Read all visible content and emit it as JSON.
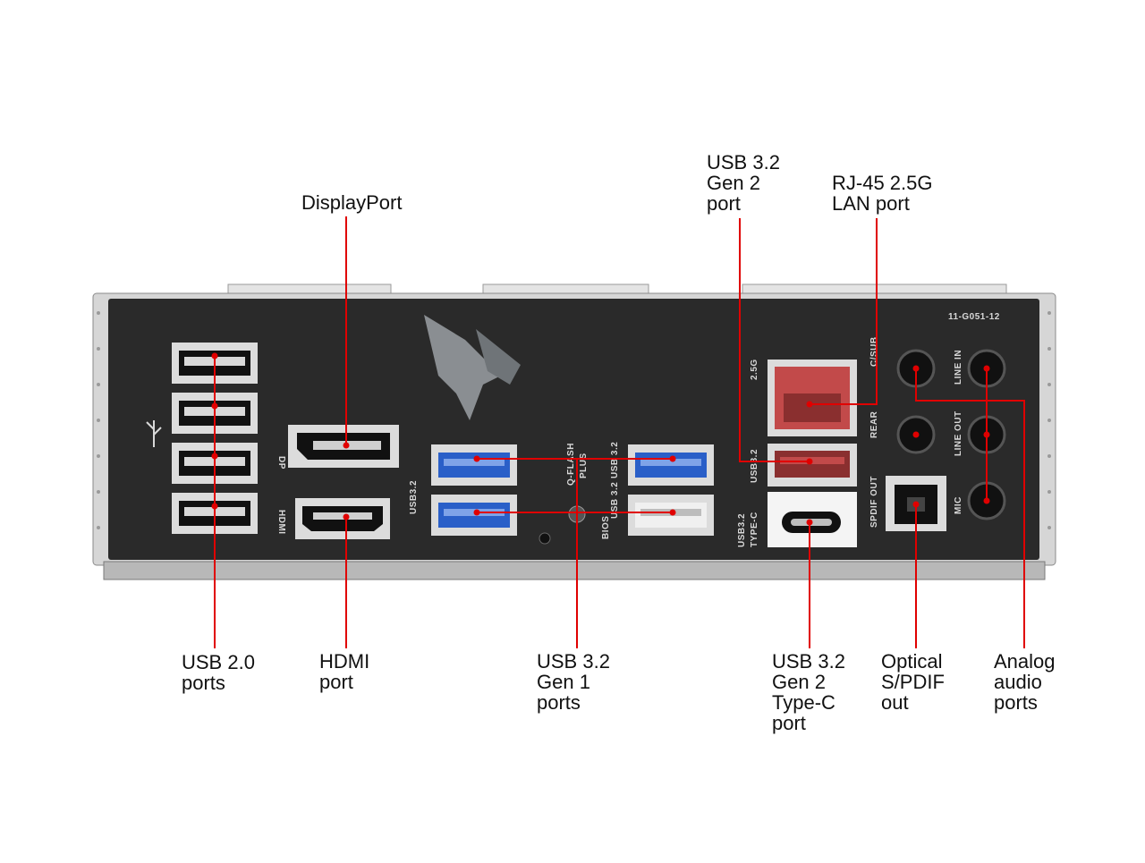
{
  "figure": {
    "subject": "Motherboard rear I/O panel",
    "plate_code": "11-G051-12",
    "colors": {
      "plate": "#2a2a2a",
      "frame": "#c8c8c8",
      "leader_line": "#e00000",
      "usb3_blue": "#2a5fc8",
      "lan_red": "#c24a4a",
      "text": "#111111"
    }
  },
  "callouts": {
    "displayport": "DisplayPort",
    "usb32_gen2": "USB 3.2\nGen 2\nport",
    "rj45": "RJ-45 2.5G\nLAN port",
    "usb20": "USB 2.0\nports",
    "hdmi": "HDMI\nport",
    "usb32_gen1": "USB 3.2\nGen 1\nports",
    "usb_typec": "USB 3.2\nGen 2\nType-C\nport",
    "spdif": "Optical\nS/PDIF\nout",
    "audio": "Analog\naudio\nports"
  },
  "panel_labels": {
    "dp": "DP",
    "hdmi": "HDMI",
    "usb32_left": "USB3.2",
    "qflash": "Q-FLASH",
    "plus": "PLUS",
    "bios": "BIOS",
    "usb32_a": "USB 3.2",
    "usb32_b": "USB 3.2",
    "lan_25g": "2.5G",
    "usb32_right": "USB3.2",
    "usb32_typec": "USB3.2",
    "typec": "TYPE-C",
    "c_sub": "C/SUB",
    "rear": "REAR",
    "spdif_out": "SPDIF OUT",
    "line_in": "LINE IN",
    "line_out": "LINE OUT",
    "mic": "MIC"
  }
}
